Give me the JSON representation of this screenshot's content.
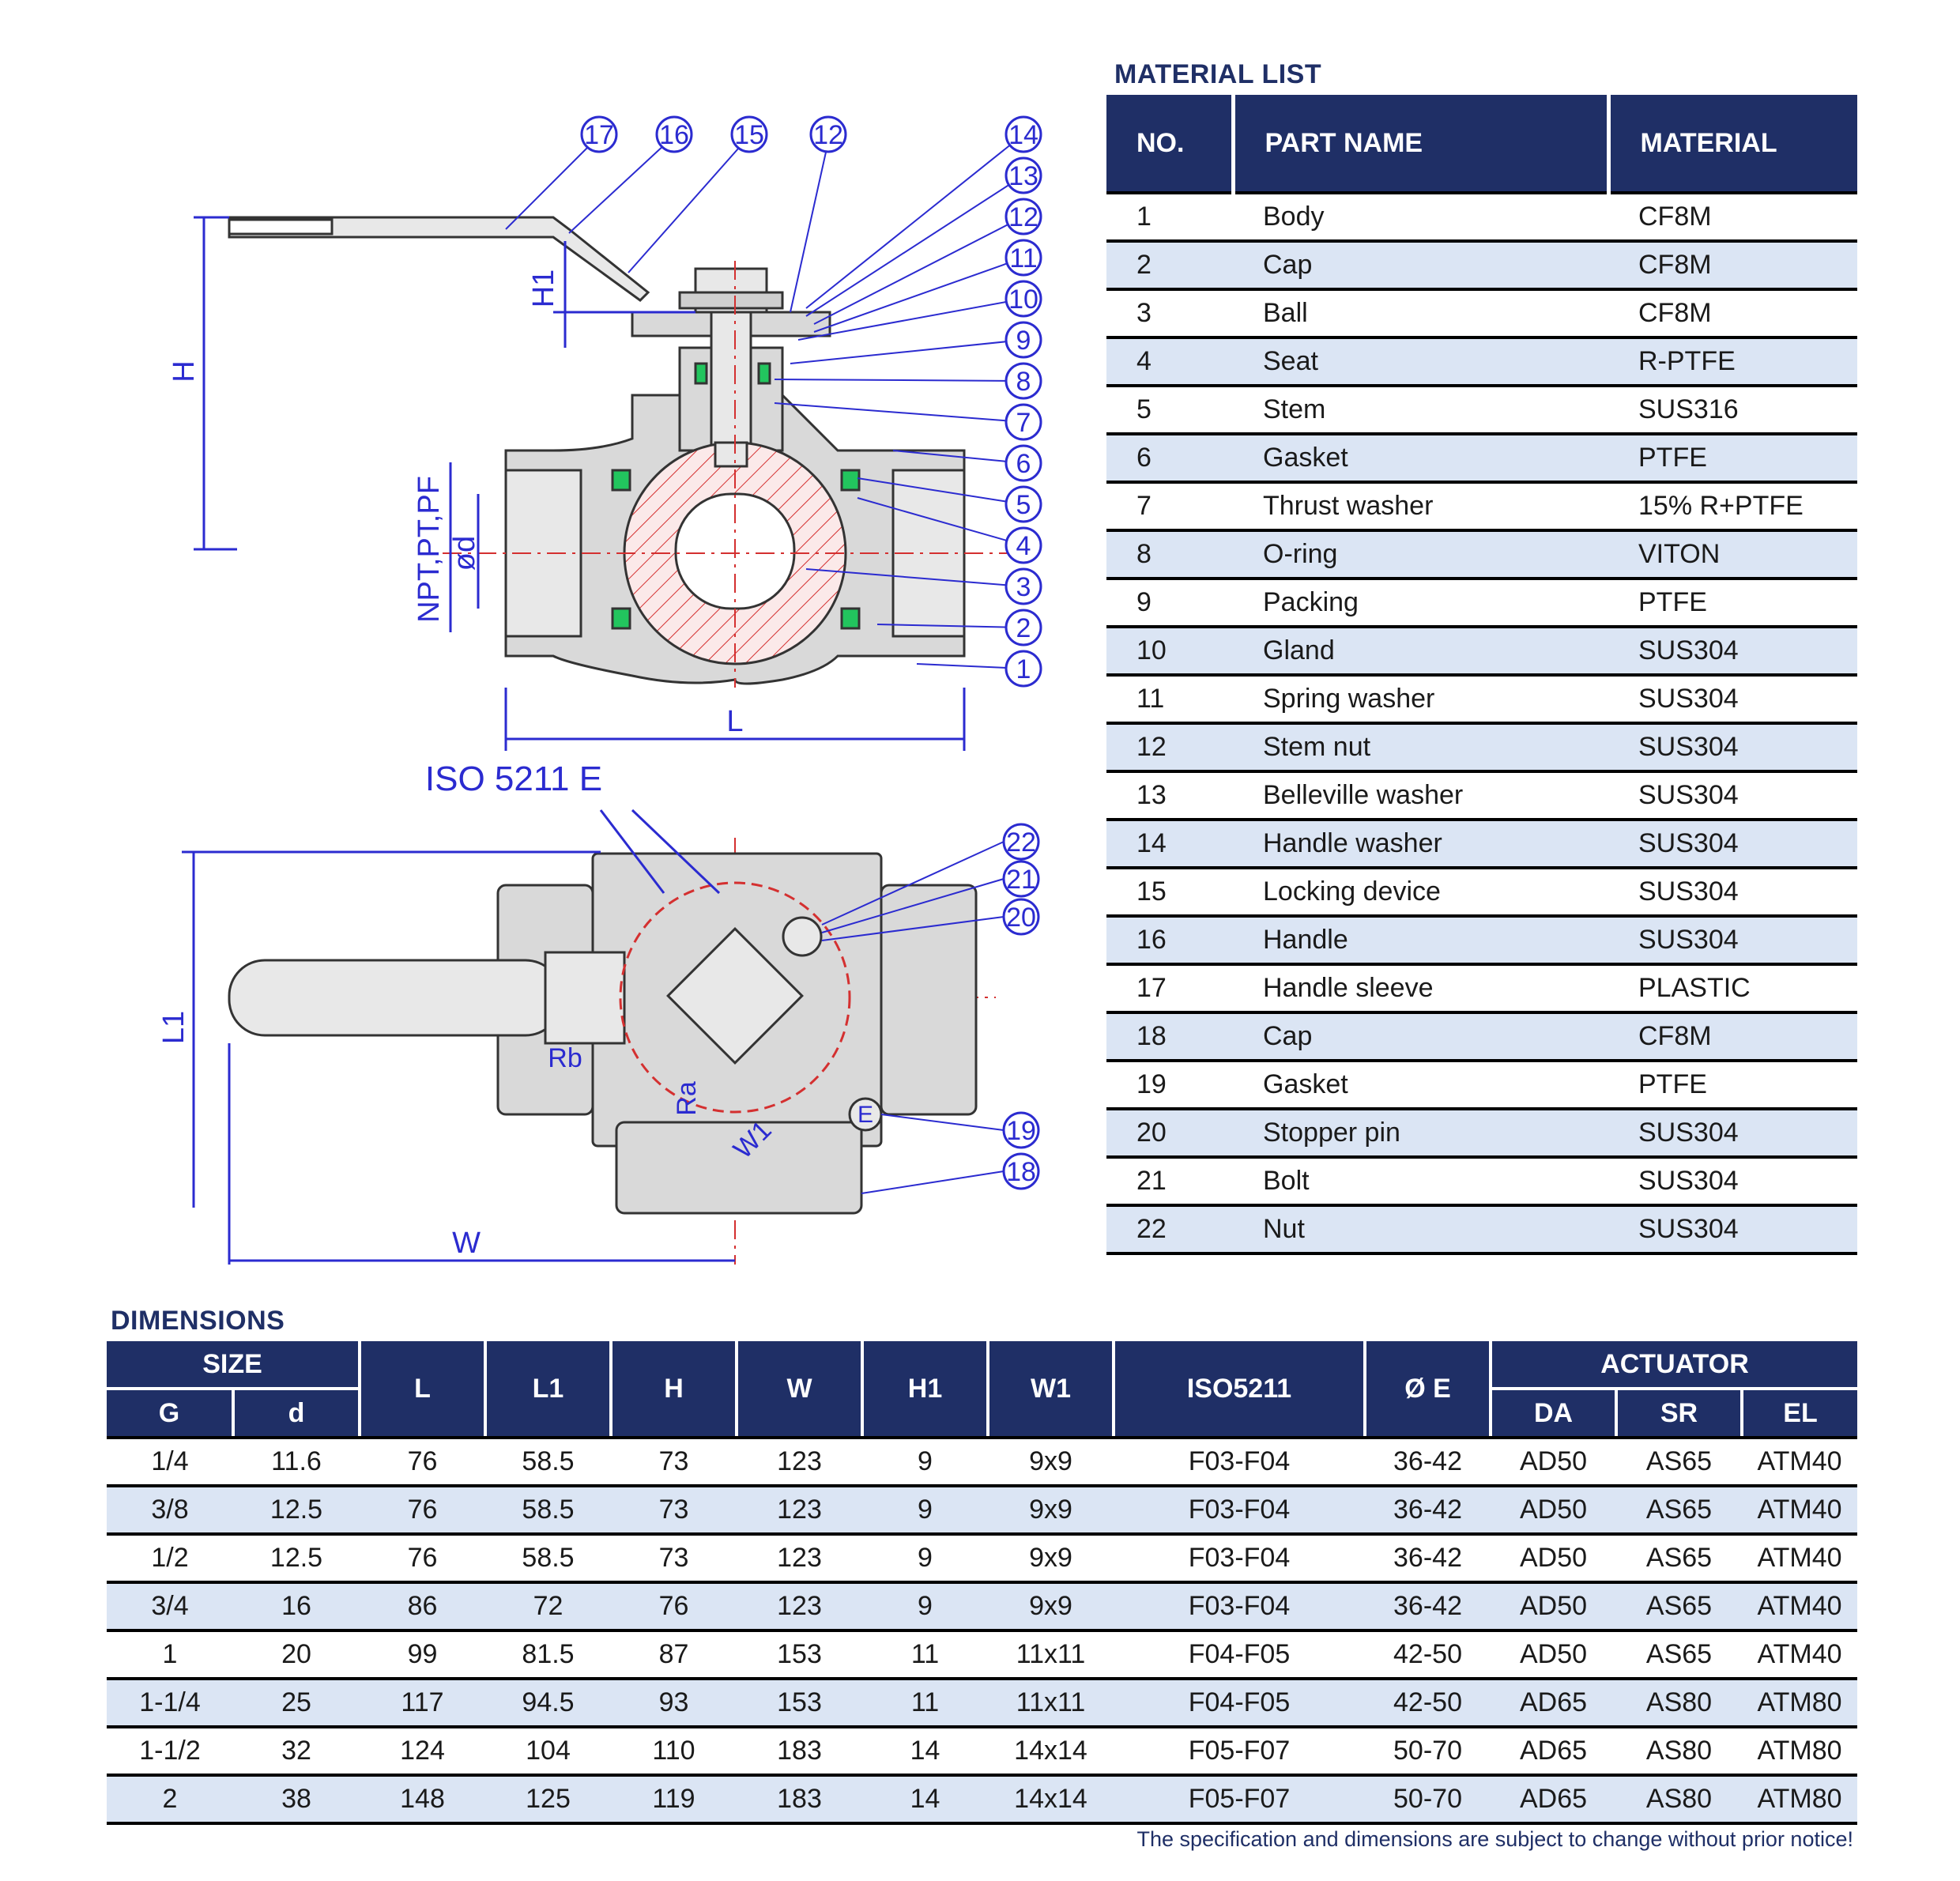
{
  "material": {
    "title": "MATERIAL LIST",
    "headers": [
      "NO.",
      "PART NAME",
      "MATERIAL"
    ],
    "rows": [
      [
        "1",
        "Body",
        "CF8M"
      ],
      [
        "2",
        "Cap",
        "CF8M"
      ],
      [
        "3",
        "Ball",
        "CF8M"
      ],
      [
        "4",
        "Seat",
        "R-PTFE"
      ],
      [
        "5",
        "Stem",
        "SUS316"
      ],
      [
        "6",
        "Gasket",
        "PTFE"
      ],
      [
        "7",
        "Thrust washer",
        "15% R+PTFE"
      ],
      [
        "8",
        "O-ring",
        "VITON"
      ],
      [
        "9",
        "Packing",
        "PTFE"
      ],
      [
        "10",
        "Gland",
        "SUS304"
      ],
      [
        "11",
        "Spring washer",
        "SUS304"
      ],
      [
        "12",
        "Stem nut",
        "SUS304"
      ],
      [
        "13",
        "Belleville washer",
        "SUS304"
      ],
      [
        "14",
        "Handle washer",
        "SUS304"
      ],
      [
        "15",
        "Locking device",
        "SUS304"
      ],
      [
        "16",
        "Handle",
        "SUS304"
      ],
      [
        "17",
        "Handle sleeve",
        "PLASTIC"
      ],
      [
        "18",
        "Cap",
        "CF8M"
      ],
      [
        "19",
        "Gasket",
        "PTFE"
      ],
      [
        "20",
        "Stopper pin",
        "SUS304"
      ],
      [
        "21",
        "Bolt",
        "SUS304"
      ],
      [
        "22",
        "Nut",
        "SUS304"
      ]
    ]
  },
  "dimensions": {
    "title": "DIMENSIONS",
    "size_label": "SIZE",
    "g_label": "G",
    "d_label": "d",
    "L": "L",
    "L1": "L1",
    "H": "H",
    "W": "W",
    "H1": "H1",
    "W1": "W1",
    "iso": "ISO5211",
    "oe": "Ø E",
    "actuator": "ACTUATOR",
    "da": "DA",
    "sr": "SR",
    "el": "EL",
    "rows": [
      [
        "1/4",
        "11.6",
        "76",
        "58.5",
        "73",
        "123",
        "9",
        "9x9",
        "F03-F04",
        "36-42",
        "AD50",
        "AS65",
        "ATM40"
      ],
      [
        "3/8",
        "12.5",
        "76",
        "58.5",
        "73",
        "123",
        "9",
        "9x9",
        "F03-F04",
        "36-42",
        "AD50",
        "AS65",
        "ATM40"
      ],
      [
        "1/2",
        "12.5",
        "76",
        "58.5",
        "73",
        "123",
        "9",
        "9x9",
        "F03-F04",
        "36-42",
        "AD50",
        "AS65",
        "ATM40"
      ],
      [
        "3/4",
        "16",
        "86",
        "72",
        "76",
        "123",
        "9",
        "9x9",
        "F03-F04",
        "36-42",
        "AD50",
        "AS65",
        "ATM40"
      ],
      [
        "1",
        "20",
        "99",
        "81.5",
        "87",
        "153",
        "11",
        "11x11",
        "F04-F05",
        "42-50",
        "AD50",
        "AS65",
        "ATM40"
      ],
      [
        "1-1/4",
        "25",
        "117",
        "94.5",
        "93",
        "153",
        "11",
        "11x11",
        "F04-F05",
        "42-50",
        "AD65",
        "AS80",
        "ATM80"
      ],
      [
        "1-1/2",
        "32",
        "124",
        "104",
        "110",
        "183",
        "14",
        "14x14",
        "F05-F07",
        "50-70",
        "AD65",
        "AS80",
        "ATM80"
      ],
      [
        "2",
        "38",
        "148",
        "125",
        "119",
        "183",
        "14",
        "14x14",
        "F05-F07",
        "50-70",
        "AD65",
        "AS80",
        "ATM80"
      ]
    ]
  },
  "note": "The specification and dimensions are subject to change without prior notice!",
  "drawing": {
    "top_callouts": [
      "17",
      "16",
      "15",
      "12"
    ],
    "right_callouts": [
      "14",
      "13",
      "12",
      "11",
      "10",
      "9",
      "8",
      "7",
      "6",
      "5",
      "4",
      "3",
      "2",
      "1"
    ],
    "plan_callouts": [
      "22",
      "21",
      "20",
      "19",
      "18"
    ],
    "dim_H": "H",
    "dim_H1": "H1",
    "dim_L": "L",
    "dim_L1": "L1",
    "dim_W": "W",
    "dim_d": "ød",
    "dim_thread": "NPT,PT,PF",
    "iso_label": "ISO 5211 E",
    "rb": "Rb",
    "ra": "Ra",
    "w1": "W1",
    "oe": "E"
  },
  "colors": {
    "navy": "#1f2f66",
    "alt_row": "#dbe5f4",
    "drawing_blue": "#2b2bd0",
    "section_red": "#d43030",
    "seat_green": "#22c55e",
    "body_gray": "#d9d9d9"
  }
}
